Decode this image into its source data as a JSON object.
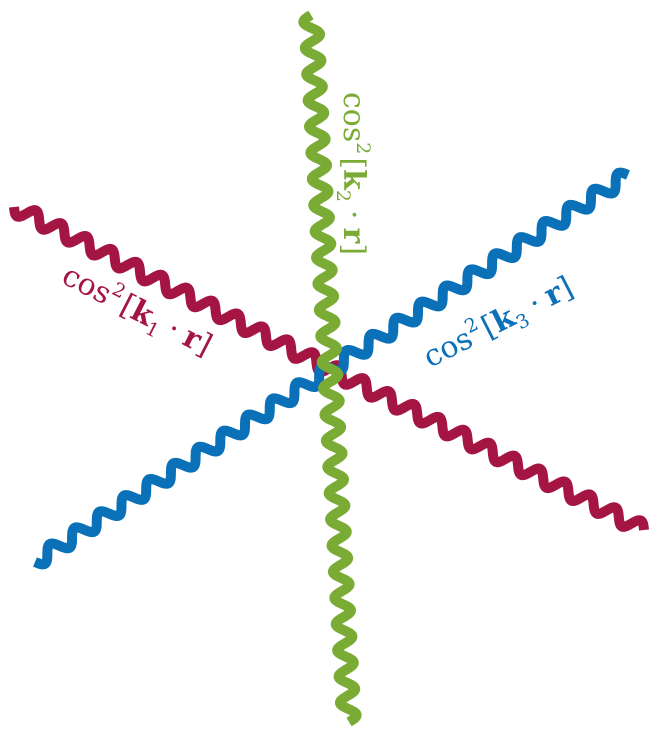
{
  "colors": {
    "wave1": "#a51543",
    "wave2": "#79ab35",
    "wave3": "#0a70b8",
    "background": "#ffffff"
  },
  "waves": [
    {
      "id": "wave-k1",
      "color_key": "wave1",
      "label": {
        "func": "cos",
        "power": "2",
        "open": "[",
        "vec": "k",
        "sub": "1",
        "dot": "·",
        "r": "r",
        "close": "]"
      }
    },
    {
      "id": "wave-k2",
      "color_key": "wave2",
      "label": {
        "func": "cos",
        "power": "2",
        "open": "[",
        "vec": "k",
        "sub": "2",
        "dot": "·",
        "r": "r",
        "close": "]"
      }
    },
    {
      "id": "wave-k3",
      "color_key": "wave3",
      "label": {
        "func": "cos",
        "power": "2",
        "open": "[",
        "vec": "k",
        "sub": "3",
        "dot": "·",
        "r": "r",
        "close": "]"
      }
    }
  ]
}
